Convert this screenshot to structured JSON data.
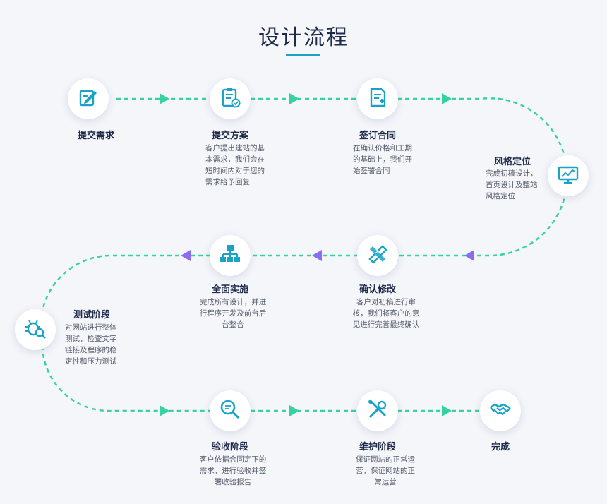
{
  "title": "设计流程",
  "colors": {
    "accent": "#1aa3c7",
    "arrow_green": "#36d3a1",
    "arrow_purple": "#8c6cf0",
    "dash": "#36d3a1"
  },
  "steps": [
    {
      "label": "提交需求",
      "desc": "",
      "icon": "edit-icon"
    },
    {
      "label": "提交方案",
      "desc": "客户提出建站的基本需求，我们会在短时间内对于您的需求给予回复",
      "icon": "clipboard-check-icon"
    },
    {
      "label": "签订合同",
      "desc": "在确认价格和工期的基础上，我们开始签署合同",
      "icon": "contract-icon"
    },
    {
      "label": "风格定位",
      "desc": "完成初稿设计，首页设计及整站风格定位",
      "icon": "monitor-chart-icon"
    },
    {
      "label": "确认修改",
      "desc": "客户对初稿进行审核，我们将客户的意见进行完善最终确认",
      "icon": "ruler-pencil-icon"
    },
    {
      "label": "全面实施",
      "desc": "完成所有设计，并进行程序开发及前台后台整合",
      "icon": "sitemap-icon"
    },
    {
      "label": "测试阶段",
      "desc": "对网站进行整体测试，检查文字链接及程序的稳定性和压力测试",
      "icon": "bug-search-icon"
    },
    {
      "label": "验收阶段",
      "desc": "客户依据合同定下的需求，进行验收并签署收验报告",
      "icon": "magnifier-icon"
    },
    {
      "label": "维护阶段",
      "desc": "保证网站的正常运营，保证网站的正常运营",
      "icon": "tools-icon"
    },
    {
      "label": "完成",
      "desc": "",
      "icon": "handshake-icon"
    }
  ]
}
